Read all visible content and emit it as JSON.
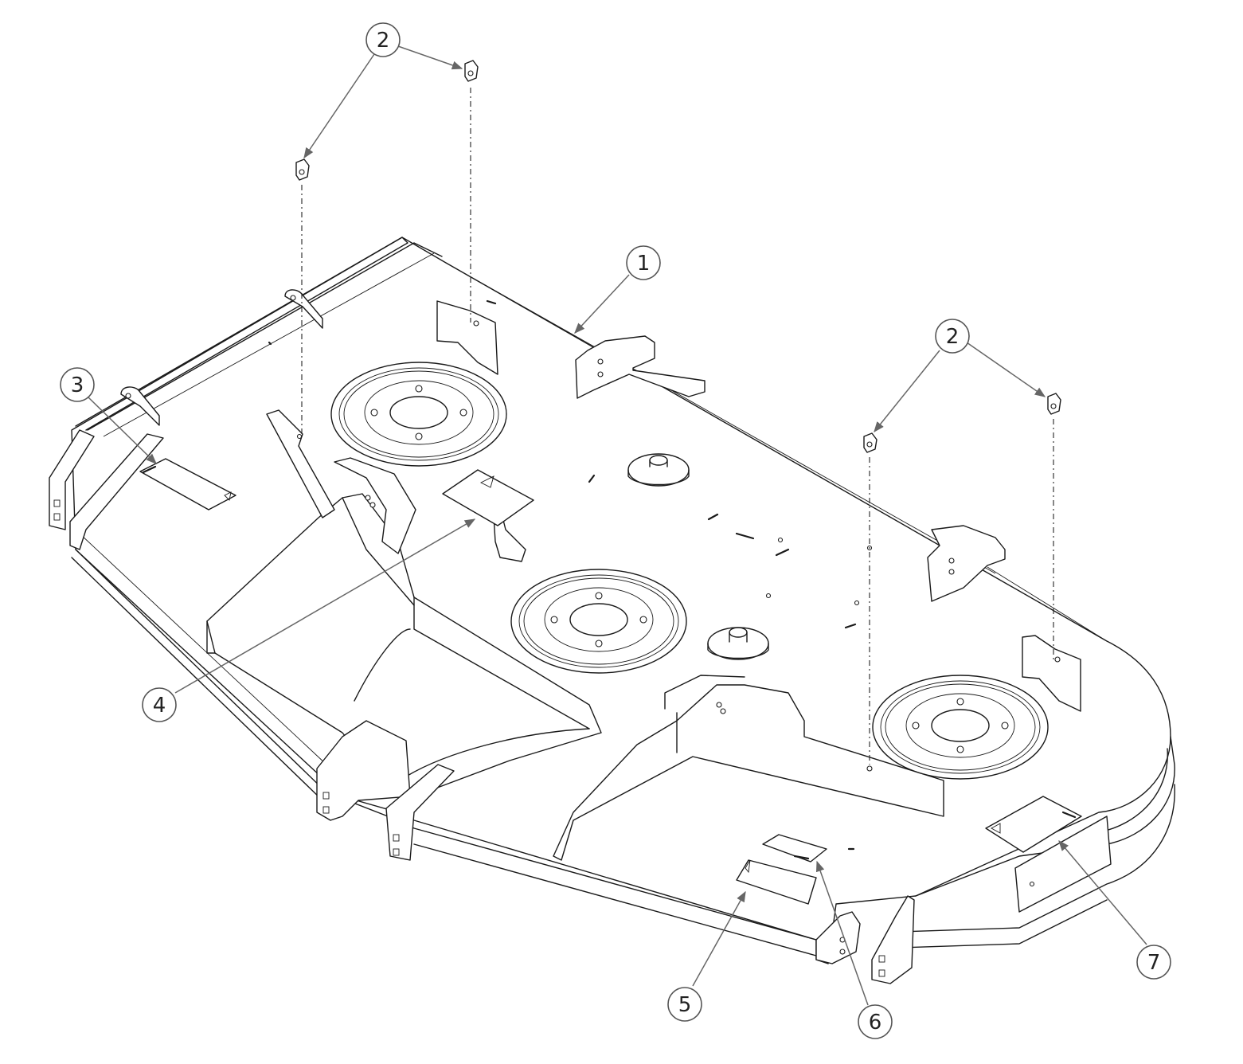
{
  "callouts": [
    {
      "id": "callout-1",
      "label": "1"
    },
    {
      "id": "callout-2a",
      "label": "2"
    },
    {
      "id": "callout-2b",
      "label": "2"
    },
    {
      "id": "callout-3",
      "label": "3"
    },
    {
      "id": "callout-4",
      "label": "4"
    },
    {
      "id": "callout-5",
      "label": "5"
    },
    {
      "id": "callout-6",
      "label": "6"
    },
    {
      "id": "callout-7",
      "label": "7"
    }
  ],
  "colors": {
    "line": "#1a1a1a",
    "leader": "#666666",
    "background": "#ffffff"
  },
  "icons": [
    "arrow-icon",
    "triangle-warning-icon"
  ]
}
